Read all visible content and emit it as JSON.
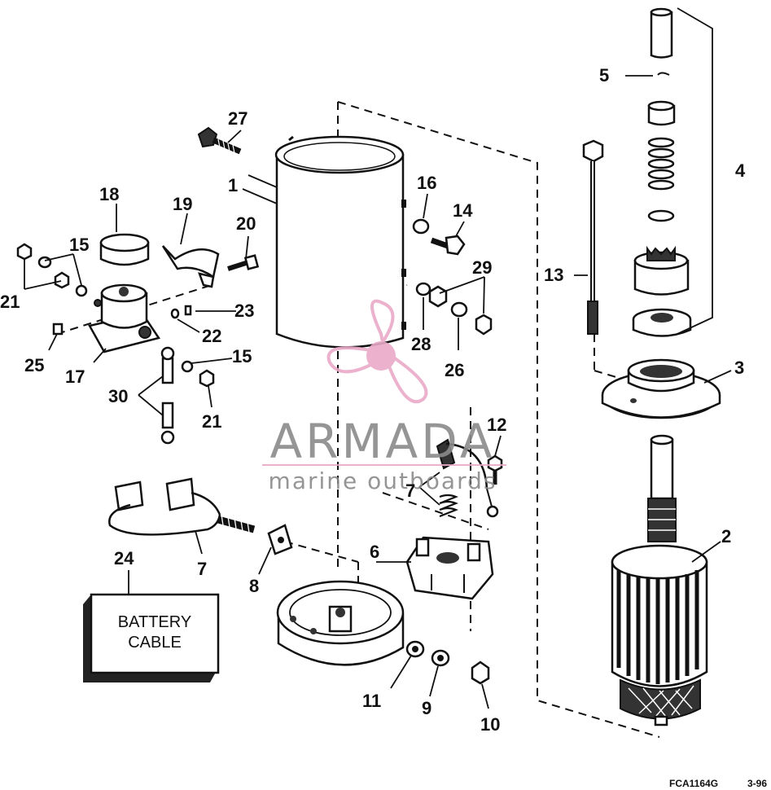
{
  "diagram": {
    "callouts": [
      {
        "id": "c1",
        "text": "1"
      },
      {
        "id": "c2",
        "text": "2"
      },
      {
        "id": "c3",
        "text": "3"
      },
      {
        "id": "c4",
        "text": "4"
      },
      {
        "id": "c5",
        "text": "5"
      },
      {
        "id": "c6",
        "text": "6"
      },
      {
        "id": "c7a",
        "text": "7"
      },
      {
        "id": "c7b",
        "text": "7"
      },
      {
        "id": "c8",
        "text": "8"
      },
      {
        "id": "c9",
        "text": "9"
      },
      {
        "id": "c10",
        "text": "10"
      },
      {
        "id": "c11",
        "text": "11"
      },
      {
        "id": "c12",
        "text": "12"
      },
      {
        "id": "c13",
        "text": "13"
      },
      {
        "id": "c14",
        "text": "14"
      },
      {
        "id": "c15a",
        "text": "15"
      },
      {
        "id": "c15b",
        "text": "15"
      },
      {
        "id": "c16",
        "text": "16"
      },
      {
        "id": "c17",
        "text": "17"
      },
      {
        "id": "c18",
        "text": "18"
      },
      {
        "id": "c19",
        "text": "19"
      },
      {
        "id": "c20",
        "text": "20"
      },
      {
        "id": "c21a",
        "text": "21"
      },
      {
        "id": "c21b",
        "text": "21"
      },
      {
        "id": "c22",
        "text": "22"
      },
      {
        "id": "c23",
        "text": "23"
      },
      {
        "id": "c24",
        "text": "24"
      },
      {
        "id": "c25",
        "text": "25"
      },
      {
        "id": "c26",
        "text": "26"
      },
      {
        "id": "c27",
        "text": "27"
      },
      {
        "id": "c28",
        "text": "28"
      },
      {
        "id": "c29",
        "text": "29"
      },
      {
        "id": "c30",
        "text": "30"
      }
    ],
    "battery_label": [
      "BATTERY",
      "CABLE"
    ],
    "figure_code": "FCA1164G",
    "figure_date": "3-96"
  },
  "watermark": {
    "brand": "ARMADA",
    "tagline": "marine outboards",
    "color_accent": "#e9a9c8",
    "color_text": "#8a8a8a"
  }
}
